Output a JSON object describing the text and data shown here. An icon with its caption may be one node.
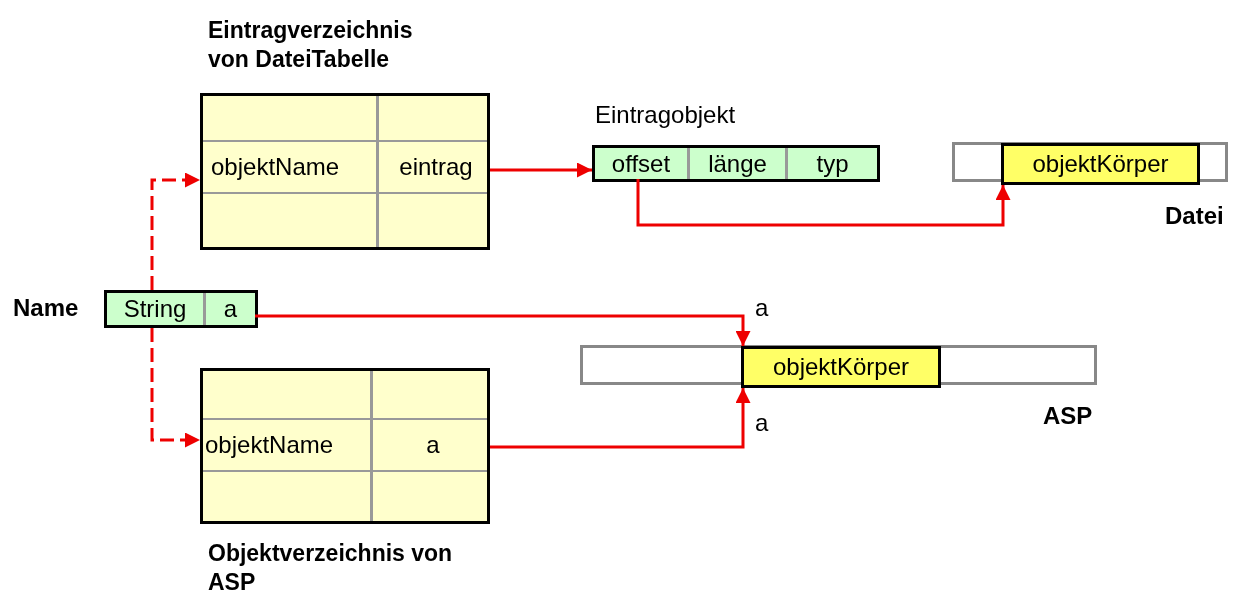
{
  "diagram": {
    "nodes": [
      {
        "text": [
          "Eintragverzeichnis von DateiTabelle",
          "objektName",
          "eintrag"
        ]
      },
      {
        "text": [
          "Eintragobjekt"
        ]
      },
      {
        "text": [
          "offset"
        ],
        "in": 1
      },
      {
        "text": [
          "länge"
        ],
        "in": 1
      },
      {
        "text": [
          "typ"
        ],
        "in": 1
      },
      {
        "text": [
          "Datei"
        ]
      },
      {
        "text": [
          "objektKörper"
        ],
        "in": 5
      },
      {
        "text": [
          "Name"
        ]
      },
      {
        "text": [
          "String"
        ],
        "in": 7
      },
      {
        "text": [
          "a"
        ],
        "in": 7
      },
      {
        "text": [
          "ASP"
        ]
      },
      {
        "text": [
          "objektKörper"
        ],
        "in": 10
      },
      {
        "text": [
          "objektName",
          "a",
          "Objektverzeichnis von ASP"
        ]
      }
    ],
    "edges": [
      {
        "from": 0,
        "to": 1,
        "arrow": "to"
      },
      {
        "from": 2,
        "to": 6,
        "arrow": "to"
      },
      {
        "from": 7,
        "to": 0,
        "arrow": "to",
        "style": "dashed"
      },
      {
        "from": 7,
        "to": 12,
        "arrow": "to",
        "style": "dashed"
      },
      {
        "from": 9,
        "to": 11,
        "arrow": "to",
        "label": "a"
      },
      {
        "from": 12,
        "to": 11,
        "arrow": "to",
        "label": "a"
      }
    ]
  }
}
